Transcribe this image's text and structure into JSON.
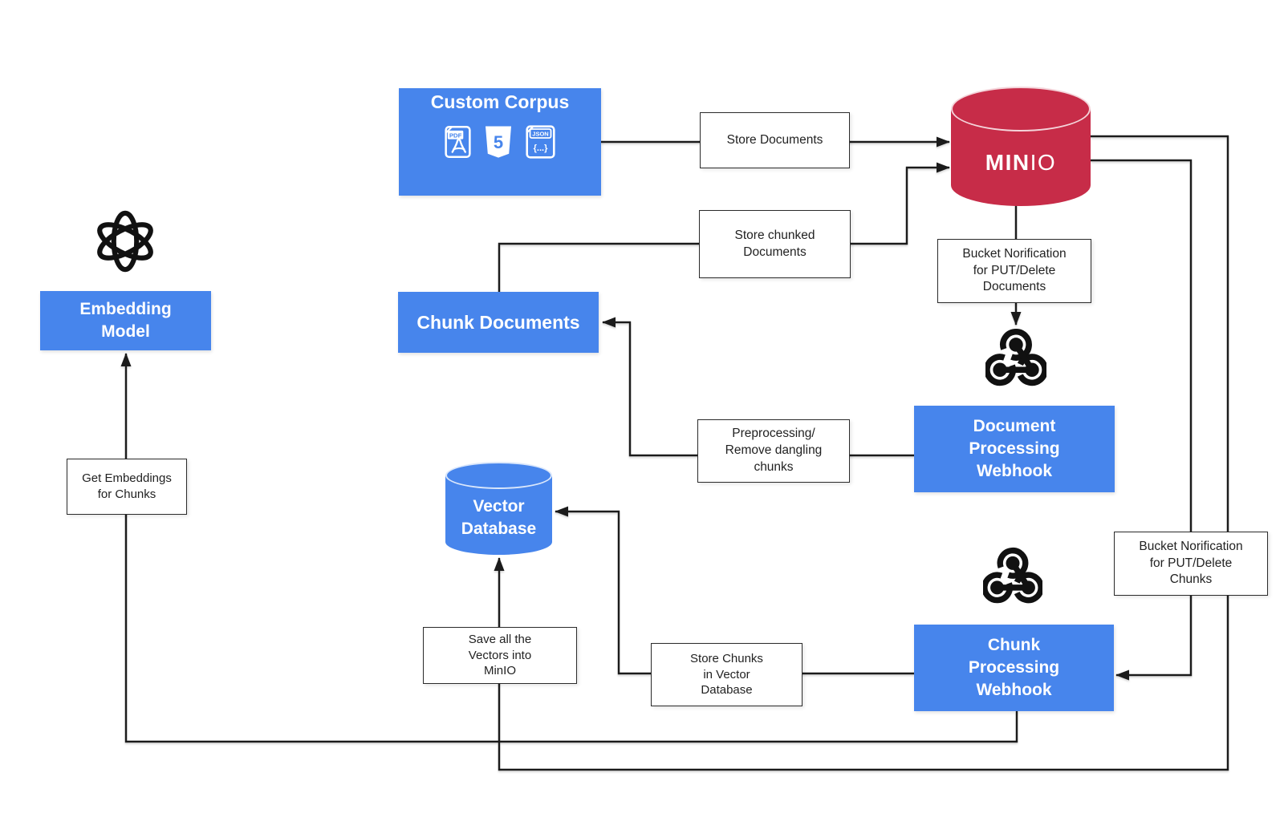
{
  "colors": {
    "node_blue": "#4785EC",
    "minio_red": "#C72C48",
    "line": "#1b1b1b"
  },
  "nodes": {
    "custom_corpus": {
      "title": "Custom Corpus",
      "pdf_label": "PDF",
      "html5_label": "5",
      "json_label": "JSON",
      "json_braces": "{...}"
    },
    "store_documents": {
      "label": "Store Documents"
    },
    "minio": {
      "brand_bold": "MIN",
      "brand_light": "IO"
    },
    "store_chunked": {
      "lines": [
        "Store chunked",
        "Documents"
      ]
    },
    "bucket_notification_documents": {
      "lines": [
        "Bucket Norification",
        "for PUT/Delete",
        "Documents"
      ]
    },
    "chunk_documents": {
      "label": "Chunk Documents"
    },
    "document_processing_webhook": {
      "lines": [
        "Document",
        "Processing",
        "Webhook"
      ]
    },
    "preprocessing": {
      "lines": [
        "Preprocessing/",
        "Remove dangling",
        "chunks"
      ]
    },
    "embedding_model": {
      "lines": [
        "Embedding",
        "Model"
      ]
    },
    "get_embeddings": {
      "lines": [
        "Get Embeddings",
        "for Chunks"
      ]
    },
    "vector_database": {
      "lines": [
        "Vector",
        "Database"
      ]
    },
    "save_vectors": {
      "lines": [
        "Save all the",
        "Vectors into",
        "MinIO"
      ]
    },
    "store_chunks": {
      "lines": [
        "Store Chunks",
        "in Vector",
        "Database"
      ]
    },
    "chunk_processing_webhook": {
      "lines": [
        "Chunk",
        "Processing",
        "Webhook"
      ]
    },
    "bucket_notification_chunks": {
      "lines": [
        "Bucket Norification",
        "for PUT/Delete",
        "Chunks"
      ]
    }
  }
}
